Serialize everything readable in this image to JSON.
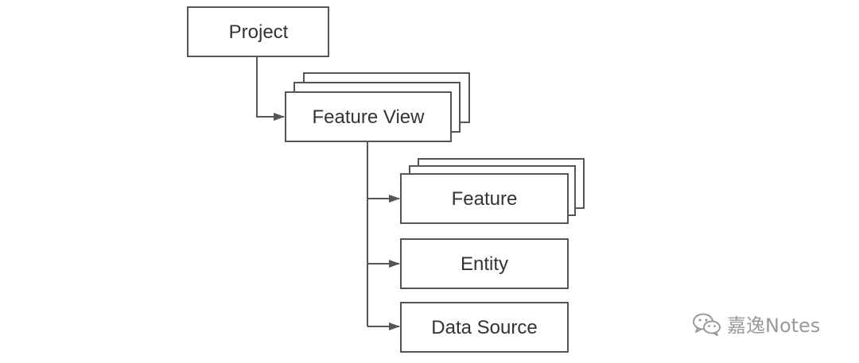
{
  "diagram": {
    "nodes": {
      "project": {
        "label": "Project"
      },
      "feature_view": {
        "label": "Feature View"
      },
      "feature": {
        "label": "Feature"
      },
      "entity": {
        "label": "Entity"
      },
      "data_source": {
        "label": "Data Source"
      }
    },
    "edges": [
      {
        "from": "Project",
        "to": "Feature View"
      },
      {
        "from": "Feature View",
        "to": "Feature"
      },
      {
        "from": "Feature View",
        "to": "Entity"
      },
      {
        "from": "Feature View",
        "to": "Data Source"
      }
    ]
  },
  "watermark": {
    "text": "嘉逸Notes",
    "icon": "wechat-icon"
  }
}
